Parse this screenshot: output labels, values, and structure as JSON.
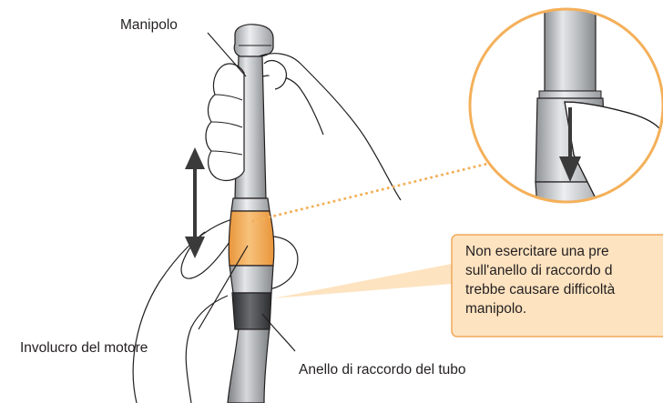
{
  "labels": {
    "handpiece": "Manipolo",
    "motor_housing": "Involucro del motore",
    "tube_coupling_ring": "Anello di raccordo del tubo"
  },
  "callout": {
    "lines": [
      "Non esercitare una pre",
      "sull'anello di raccordo d",
      "trebbe causare difficoltà",
      "manipolo."
    ]
  },
  "colors": {
    "accent_orange": "#f4b05a",
    "callout_fill": "#fde3c0",
    "callout_border": "#f2a85a",
    "line": "#231f20",
    "handpiece_metal": "#b7babd",
    "coupling_ring": "#3d3f42"
  },
  "icons": {
    "motion_arrow": "double-arrow-vertical",
    "push_arrow": "arrow-down"
  }
}
